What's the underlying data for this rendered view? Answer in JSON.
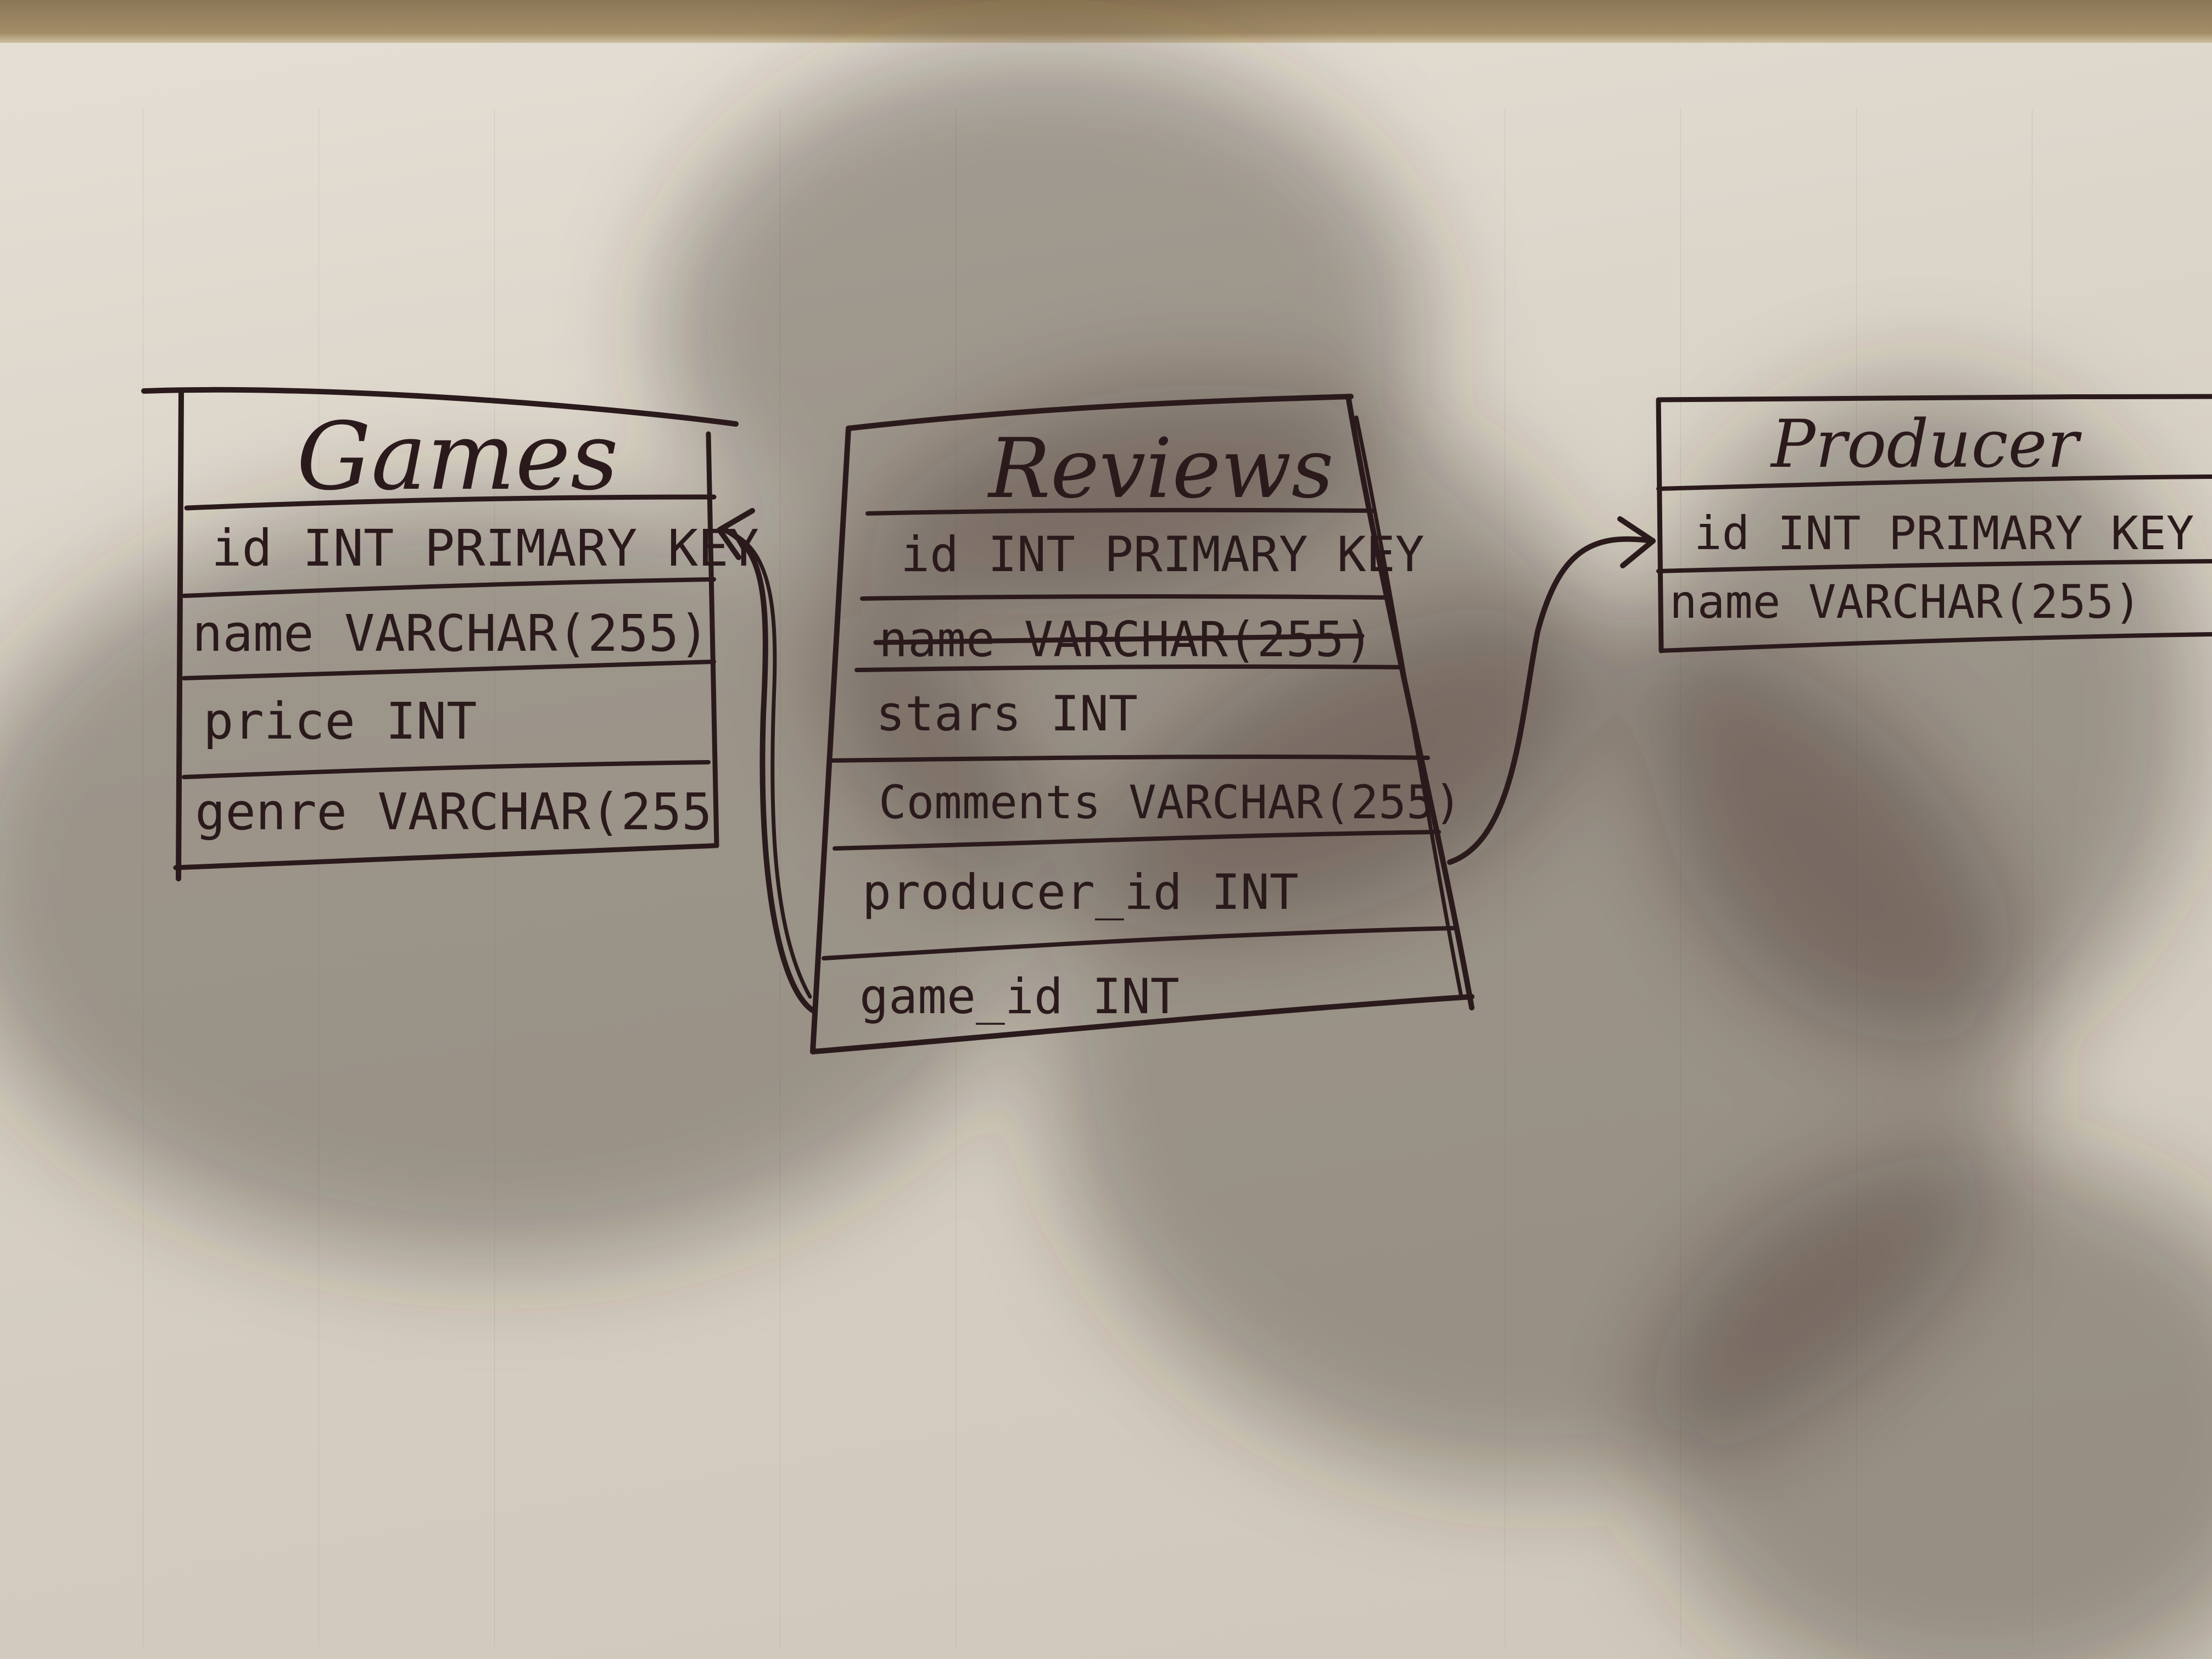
{
  "colors": {
    "ink": "#2b1a1c",
    "paper": "#ddd6ca",
    "desk": "#8a7656"
  },
  "tables": {
    "games": {
      "title": "Games",
      "rows": [
        {
          "text": "id INT PRIMARY KEY"
        },
        {
          "text": "name VARCHAR(255)"
        },
        {
          "text": "price INT"
        },
        {
          "text": "genre VARCHAR(255"
        }
      ]
    },
    "reviews": {
      "title": "Reviews",
      "rows": [
        {
          "text": "id INT PRIMARY KEY"
        },
        {
          "text": "name VARCHAR(255)",
          "struck": true
        },
        {
          "text": "stars INT"
        },
        {
          "text": "Comments VARCHAR(255)"
        },
        {
          "text": "producer_id INT"
        },
        {
          "text": "game_id INT"
        }
      ]
    },
    "producer": {
      "title": "Producer",
      "rows": [
        {
          "text": "id INT PRIMARY KEY"
        },
        {
          "text": "name VARCHAR(255)"
        }
      ]
    }
  },
  "relations": [
    {
      "from": "reviews.game_id",
      "to": "games.id"
    },
    {
      "from": "reviews.producer_id",
      "to": "producer.id"
    }
  ]
}
